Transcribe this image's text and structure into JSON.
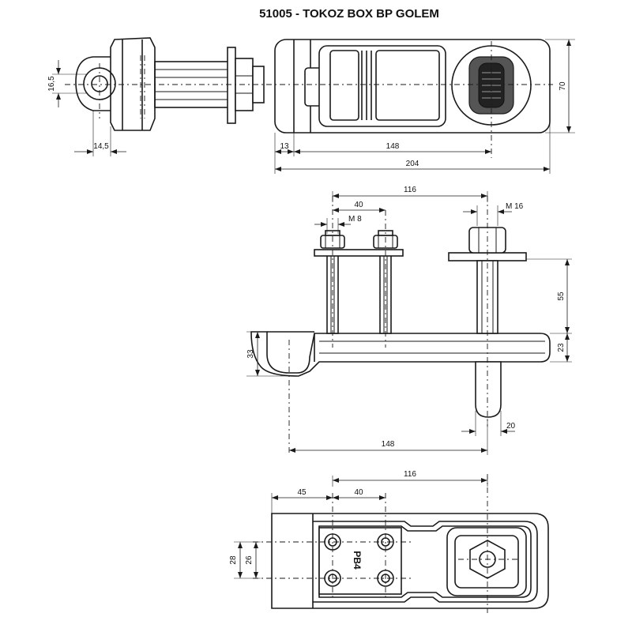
{
  "title": "51005 - TOKOZ BOX BP GOLEM",
  "views": {
    "top": {
      "dims": {
        "d165": "16,5",
        "d145": "14,5",
        "d13": "13",
        "d148": "148",
        "d204": "204",
        "d70": "70"
      }
    },
    "side": {
      "dims": {
        "d116": "116",
        "d40": "40",
        "m8": "M 8",
        "m16": "M 16",
        "d55": "55",
        "d23": "23",
        "d33": "33",
        "d148": "148",
        "d20": "20"
      }
    },
    "bottom": {
      "dims": {
        "d116": "116",
        "d45": "45",
        "d40": "40",
        "d28": "28",
        "d26": "26"
      },
      "marking": "PB4"
    }
  }
}
